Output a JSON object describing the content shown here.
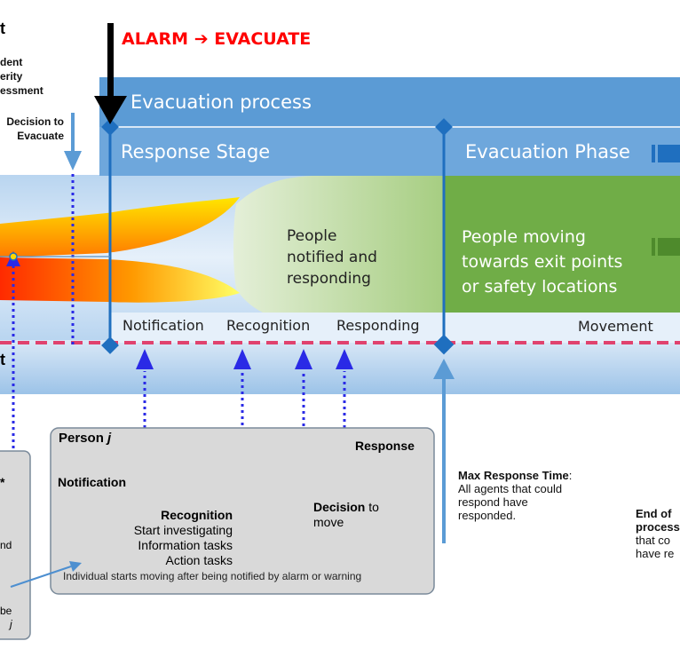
{
  "header": {
    "alarm": "ALARM",
    "arrow": "➔",
    "evacuate": "EVACUATE"
  },
  "left_cut": {
    "title_fragment": "t",
    "incident_lines": [
      "dent",
      "erity",
      "essment"
    ],
    "decision_lines": [
      "Decision to",
      "Evacuate"
    ],
    "lower_fragment": "t",
    "box_lines": [
      "*",
      "nd",
      "be",
      "j"
    ]
  },
  "bands": {
    "process": "Evacuation process",
    "response_stage": "Response Stage",
    "evacuation_phase": "Evacuation Phase"
  },
  "middle": {
    "notified": [
      "People",
      "notified and",
      "responding"
    ],
    "moving": [
      "People moving",
      "towards exit points",
      "or safety locations"
    ]
  },
  "stages": [
    "Notification",
    "Recognition",
    "Responding",
    "Movement"
  ],
  "person": {
    "title": "Person",
    "title_var": "j",
    "notification": "Notification",
    "recognition": "Recognition",
    "recognition_items": [
      "Start investigating",
      "Information tasks",
      "Action tasks"
    ],
    "decision": "Decision",
    "decision_rest": "to",
    "decision_line2": "move",
    "response": "Response",
    "footer": "Individual starts moving after being notified by alarm or warning"
  },
  "max_response": {
    "title": "Max Response Time",
    "colon": ":",
    "lines": [
      "All agents that could",
      "respond have",
      "responded."
    ]
  },
  "end_of": {
    "line1": "End of",
    "line2": "process",
    "line3": "that co",
    "line4": "have re"
  },
  "colors": {
    "band_blue": "#5b9bd5",
    "band_blue_light": "#6ea7dc",
    "green": "#70ad47",
    "alarm_red": "#ff0000",
    "marker_blue": "#1f6fbf",
    "dashed_pink": "#e0426e",
    "dotted_blue": "#2a2ae6"
  }
}
